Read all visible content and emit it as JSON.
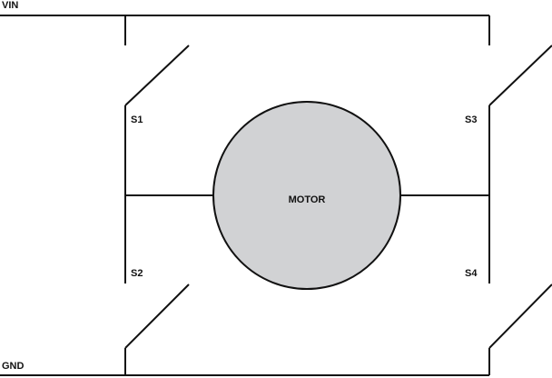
{
  "labels": {
    "vin": "VIN",
    "gnd": "GND",
    "s1": "S1",
    "s2": "S2",
    "s3": "S3",
    "s4": "S4",
    "motor": "MOTOR"
  },
  "colors": {
    "line": "#111111",
    "motor_fill": "#d1d2d4",
    "background": "#ffffff"
  }
}
